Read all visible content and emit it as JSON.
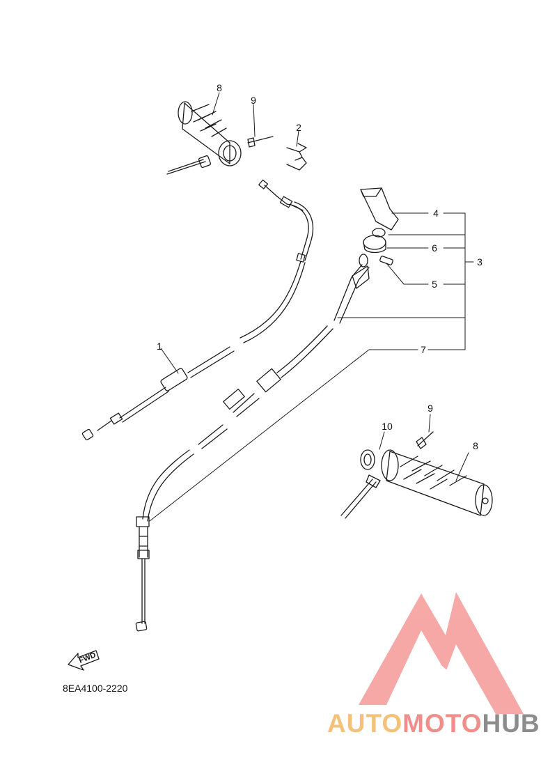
{
  "diagram": {
    "callouts": [
      {
        "id": "c1",
        "label": "1"
      },
      {
        "id": "c2",
        "label": "2"
      },
      {
        "id": "c3",
        "label": "3"
      },
      {
        "id": "c4",
        "label": "4"
      },
      {
        "id": "c5",
        "label": "5"
      },
      {
        "id": "c6",
        "label": "6"
      },
      {
        "id": "c7",
        "label": "7"
      },
      {
        "id": "c8a",
        "label": "8"
      },
      {
        "id": "c8b",
        "label": "8"
      },
      {
        "id": "c9a",
        "label": "9"
      },
      {
        "id": "c9b",
        "label": "9"
      },
      {
        "id": "c10",
        "label": "10"
      }
    ],
    "fwd_label": "FWD",
    "part_code": "8EA4100-2220"
  },
  "watermark": {
    "segments": [
      {
        "text": "AUTO",
        "color": "#F5C07A"
      },
      {
        "text": "MOTO",
        "color": "#F08F8A"
      },
      {
        "text": "HUB",
        "color": "#8C8C8C"
      }
    ],
    "colors": {
      "logo": "#F49A97"
    }
  }
}
